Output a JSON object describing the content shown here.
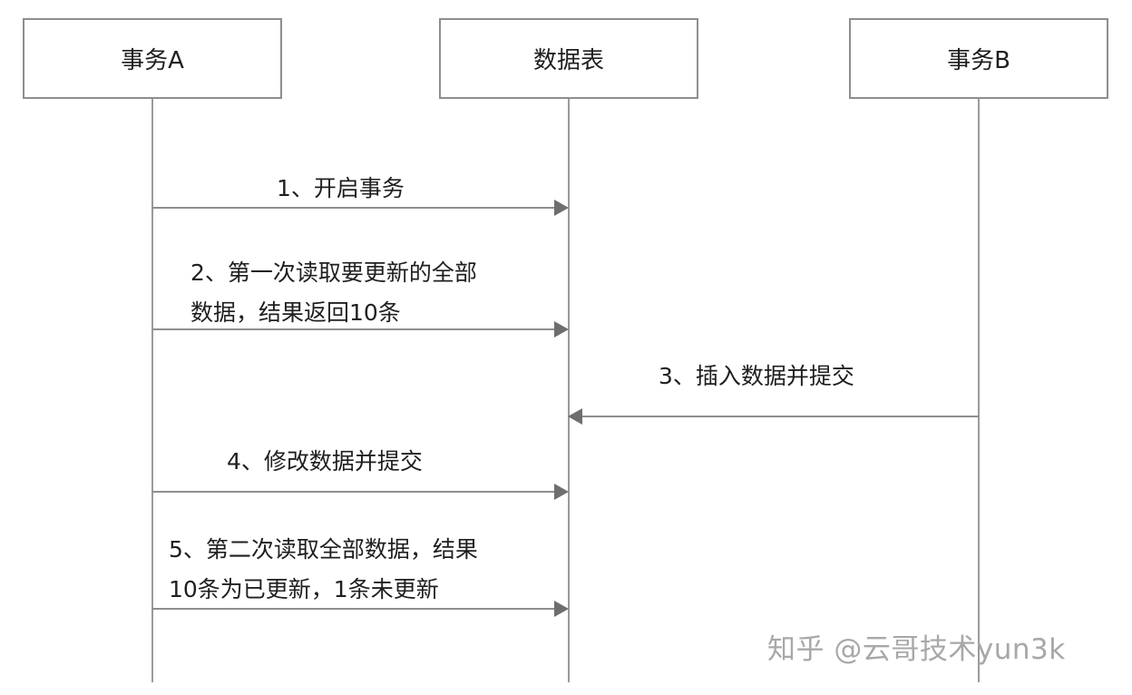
{
  "actors": {
    "a": "事务A",
    "t": "数据表",
    "b": "事务B"
  },
  "messages": [
    {
      "lines": [
        "1、开启事务"
      ]
    },
    {
      "lines": [
        "2、第一次读取要更新的全部",
        "数据，结果返回10条"
      ]
    },
    {
      "lines": [
        "3、插入数据并提交"
      ]
    },
    {
      "lines": [
        "4、修改数据并提交"
      ]
    },
    {
      "lines": [
        "5、第二次读取全部数据，结果",
        "10条为已更新，1条未更新"
      ]
    }
  ],
  "watermark": "知乎 @云哥技术yun3k",
  "colors": {
    "line": "#8e8e8e",
    "arrowhead": "#6e6e6e",
    "text": "#1f1f1f",
    "watermark": "#a8a8a8"
  }
}
